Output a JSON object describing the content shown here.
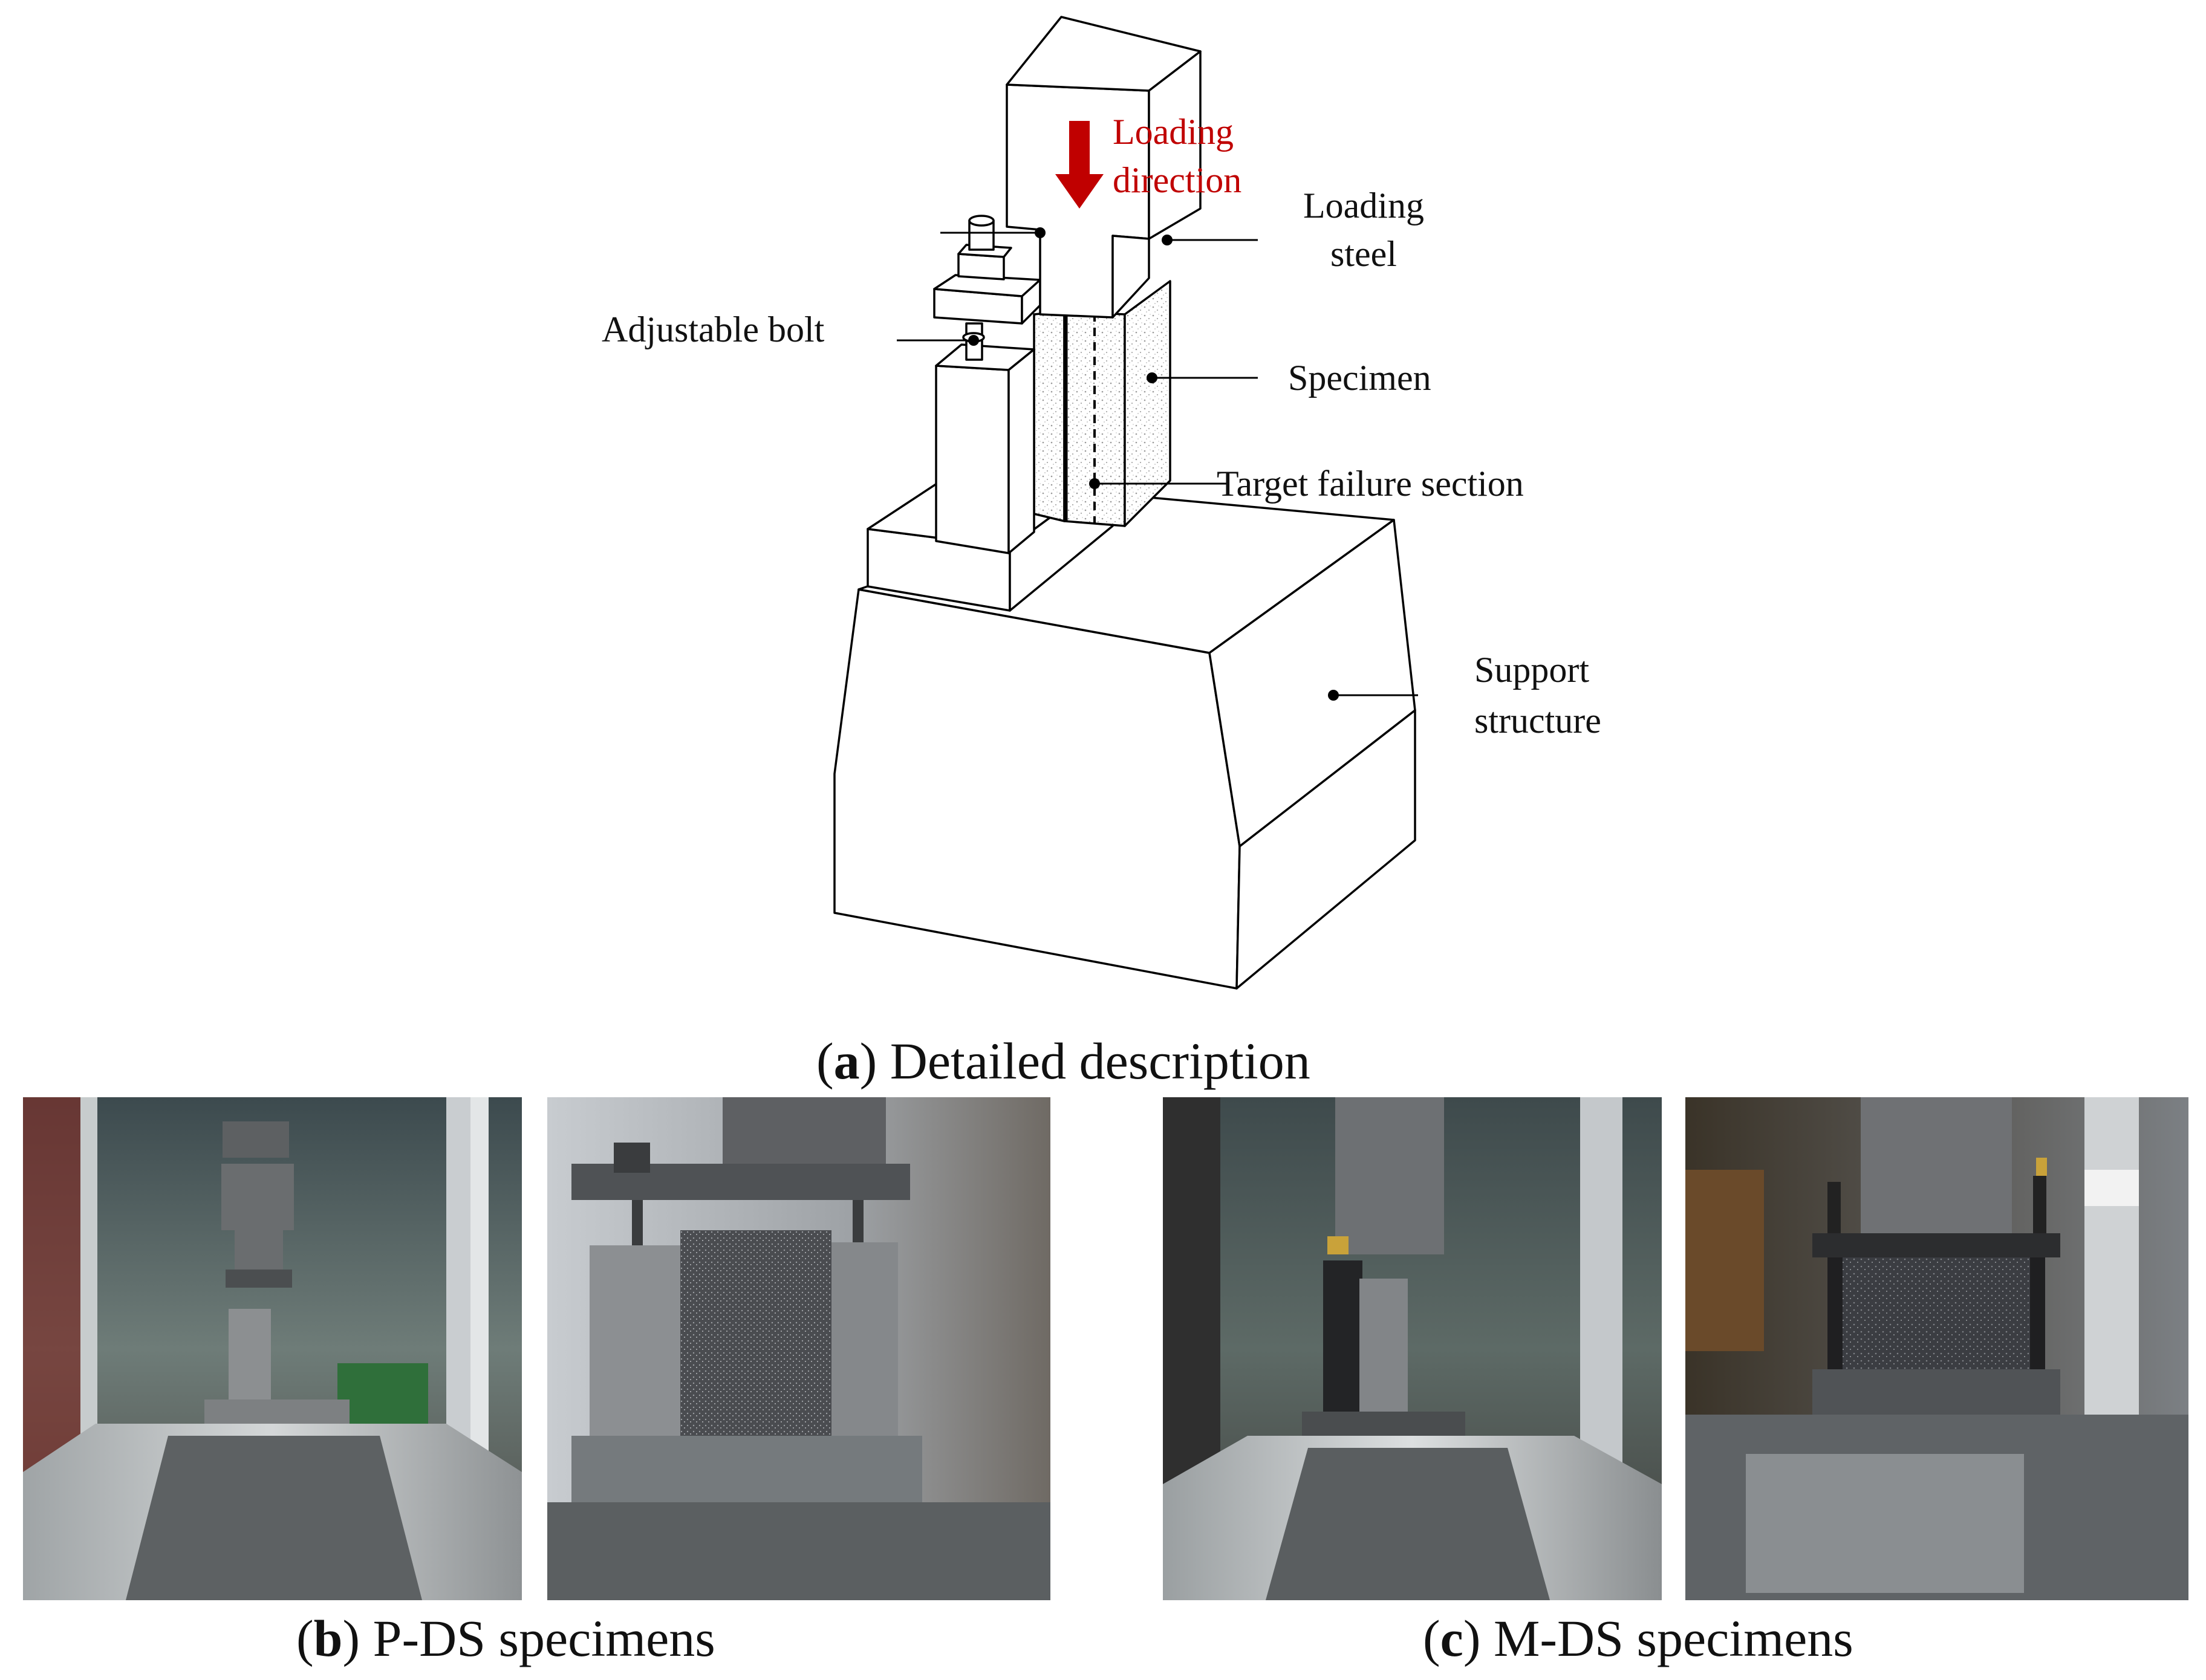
{
  "diagram": {
    "loading_direction_line1": "Loading",
    "loading_direction_line2": "direction",
    "loading_steel_line1": "Loading",
    "loading_steel_line2": "steel",
    "adjustable_bolt": "Adjustable bolt",
    "specimen": "Specimen",
    "target_failure_section": "Target failure section",
    "support_structure_line1": "Support",
    "support_structure_line2": "structure",
    "accent_color": "#c00000"
  },
  "captions": {
    "a_letter": "a",
    "a_text": "Detailed description",
    "b_letter": "b",
    "b_text": "P-DS specimens",
    "c_letter": "c",
    "c_text": "M-DS specimens"
  }
}
